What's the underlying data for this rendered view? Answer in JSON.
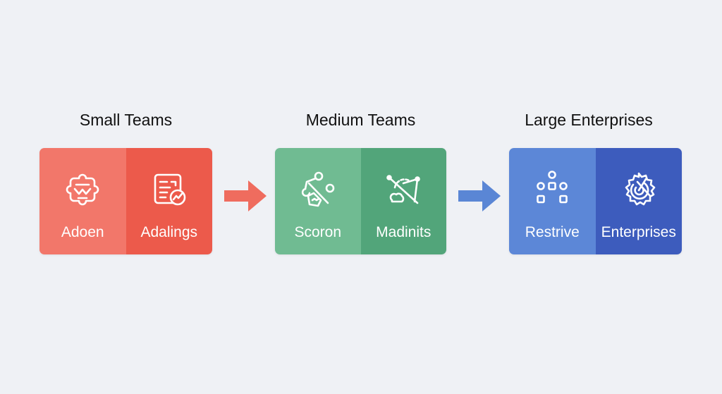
{
  "colors": {
    "red_light": "#f2776a",
    "red_dark": "#ec5a4b",
    "green_light": "#70bb92",
    "green_dark": "#52a57a",
    "blue_light": "#5c87d7",
    "blue_dark": "#3d5cbd",
    "arrow_red": "#ef6c5e",
    "arrow_blue": "#5a86d5"
  },
  "stages": [
    {
      "title": "Small Teams",
      "items": [
        {
          "label": "Adoen",
          "icon": "badge-icon"
        },
        {
          "label": "Adalings",
          "icon": "document-chart-icon"
        }
      ]
    },
    {
      "title": "Medium Teams",
      "items": [
        {
          "label": "Scoron",
          "icon": "network-icon"
        },
        {
          "label": "Madinits",
          "icon": "compass-icon"
        }
      ]
    },
    {
      "title": "Large Enterprises",
      "items": [
        {
          "label": "Restrive",
          "icon": "hierarchy-icon"
        },
        {
          "label": "Enterprises",
          "icon": "gear-icon"
        }
      ]
    }
  ]
}
